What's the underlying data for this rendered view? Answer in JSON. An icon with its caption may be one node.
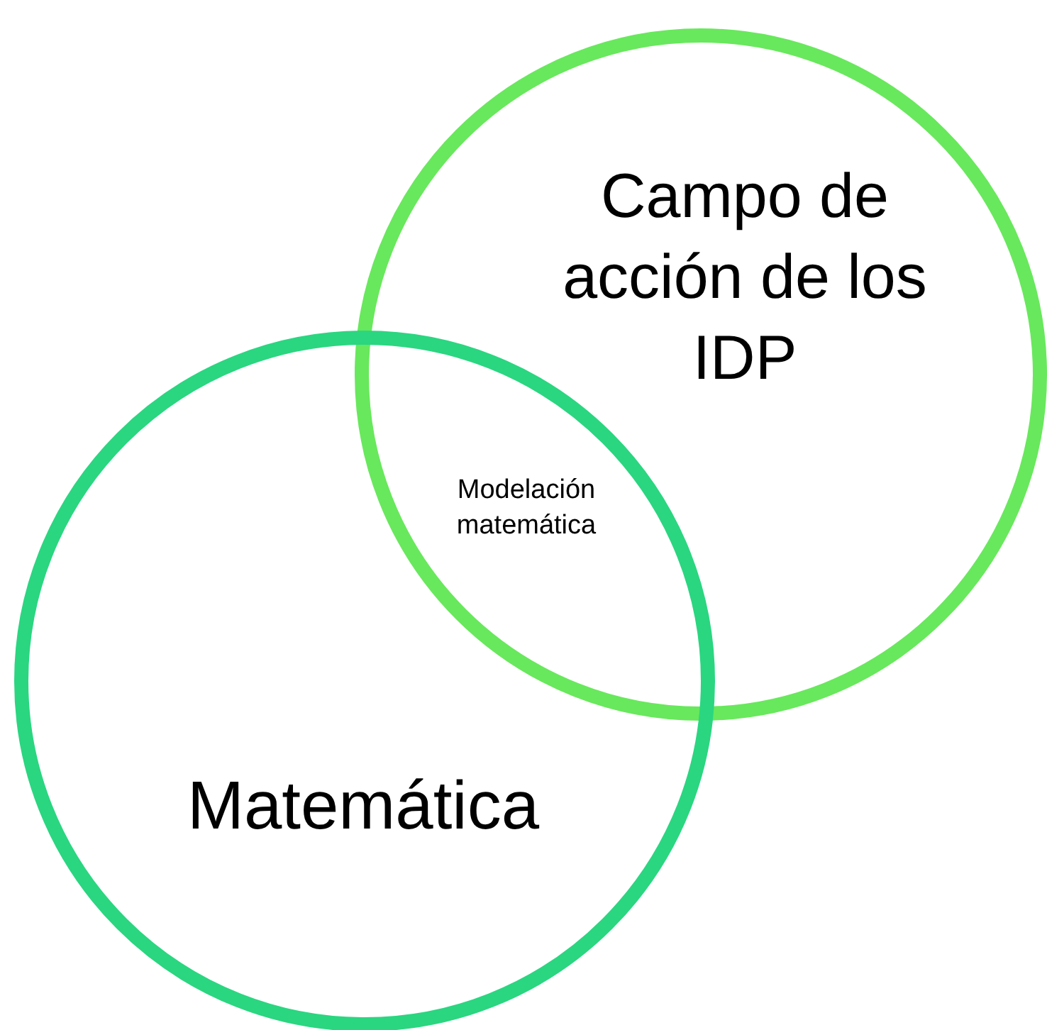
{
  "diagram": {
    "nodes": [
      {
        "text": [
          "Campo de acción de los IDP"
        ]
      },
      {
        "text": [
          "Matemática"
        ]
      }
    ],
    "labels": [
      "Modelación matemática"
    ]
  }
}
